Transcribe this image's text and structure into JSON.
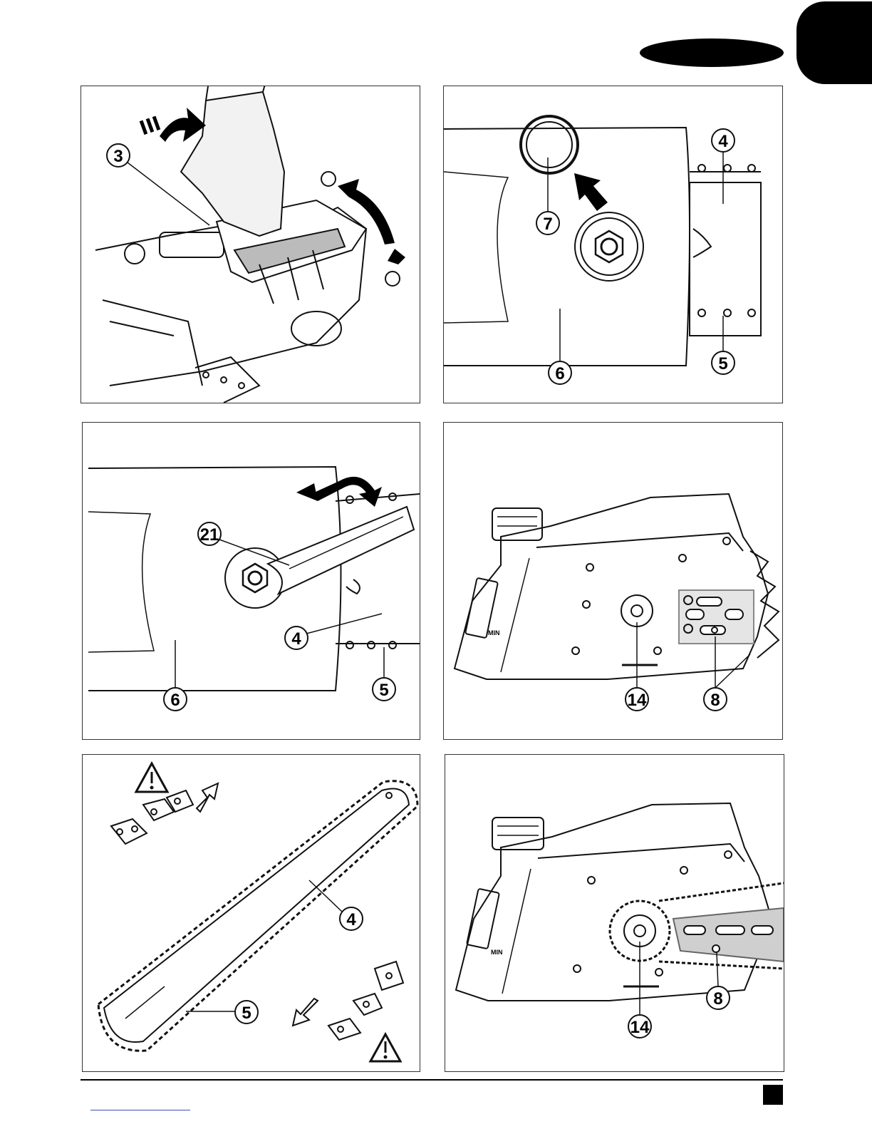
{
  "figures": [
    {
      "id": "fig-a",
      "labels": [
        "3"
      ]
    },
    {
      "id": "fig-b",
      "labels": [
        "4",
        "7",
        "5",
        "6"
      ]
    },
    {
      "id": "fig-c",
      "labels": [
        "21",
        "4",
        "6",
        "5"
      ]
    },
    {
      "id": "fig-d",
      "labels": [
        "14",
        "8"
      ],
      "text_mark": "MIN"
    },
    {
      "id": "fig-e",
      "labels": [
        "4",
        "5"
      ]
    },
    {
      "id": "fig-f",
      "labels": [
        "8",
        "14"
      ],
      "text_mark": "MIN"
    }
  ]
}
